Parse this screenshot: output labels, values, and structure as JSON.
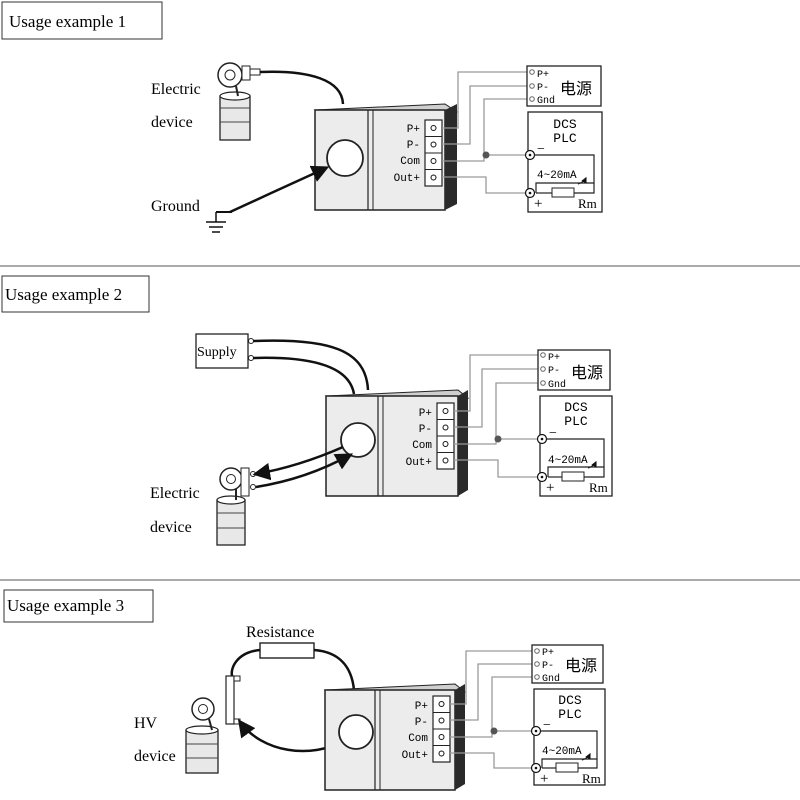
{
  "panels": [
    {
      "title": "Usage example 1",
      "device_label_1": "Electric",
      "device_label_2": "device",
      "extra_label": "Ground"
    },
    {
      "title": "Usage example 2",
      "device_label_1": "Electric",
      "device_label_2": "device",
      "extra_label": "Supply"
    },
    {
      "title": "Usage example 3",
      "device_label_1": "HV",
      "device_label_2": "device",
      "extra_label": "Resistance"
    }
  ],
  "terminals": [
    "P+",
    "P-",
    "Com",
    "Out+"
  ],
  "power": {
    "pins": [
      "P+",
      "P-",
      "Gnd"
    ],
    "label": "电源"
  },
  "dcs": {
    "line1": "DCS",
    "line2": "PLC",
    "signal": "4~20mA",
    "resistor": "Rm",
    "minus": "−",
    "plus": "+"
  }
}
